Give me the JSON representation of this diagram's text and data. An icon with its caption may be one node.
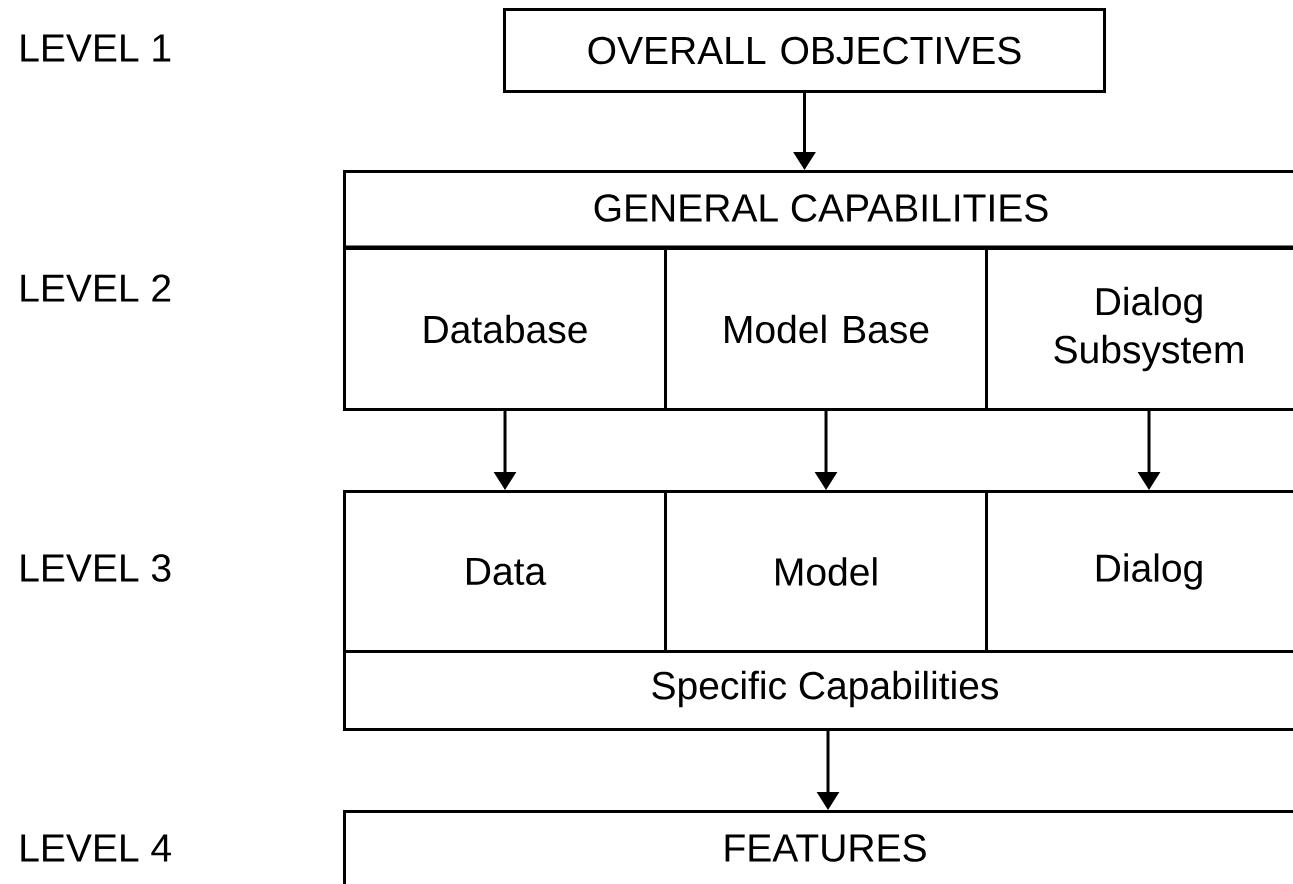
{
  "diagram": {
    "nodes": [
      {
        "text": [
          "OVERALL OBJECTIVES"
        ]
      },
      {
        "text": [
          "GENERAL CAPABILITIES"
        ]
      },
      {
        "text": [
          "Database"
        ],
        "in": 1
      },
      {
        "text": [
          "Model Base"
        ],
        "in": 1
      },
      {
        "text": [
          "Dialog Subsystem"
        ],
        "in": 1
      },
      {
        "text": [
          "Specific Capabilities"
        ]
      },
      {
        "text": [
          "Data"
        ],
        "in": 5
      },
      {
        "text": [
          "Model"
        ],
        "in": 5
      },
      {
        "text": [
          "Dialog"
        ],
        "in": 5
      },
      {
        "text": [
          "FEATURES"
        ]
      }
    ],
    "edges": [
      {
        "from": 0,
        "to": 1,
        "arrow": "to"
      },
      {
        "from": 2,
        "to": 6,
        "arrow": "to"
      },
      {
        "from": 3,
        "to": 7,
        "arrow": "to"
      },
      {
        "from": 4,
        "to": 8,
        "arrow": "to"
      },
      {
        "from": 5,
        "to": 9,
        "arrow": "to"
      }
    ],
    "labels": [
      "LEVEL 1",
      "LEVEL 2",
      "LEVEL 3",
      "LEVEL 4"
    ]
  }
}
